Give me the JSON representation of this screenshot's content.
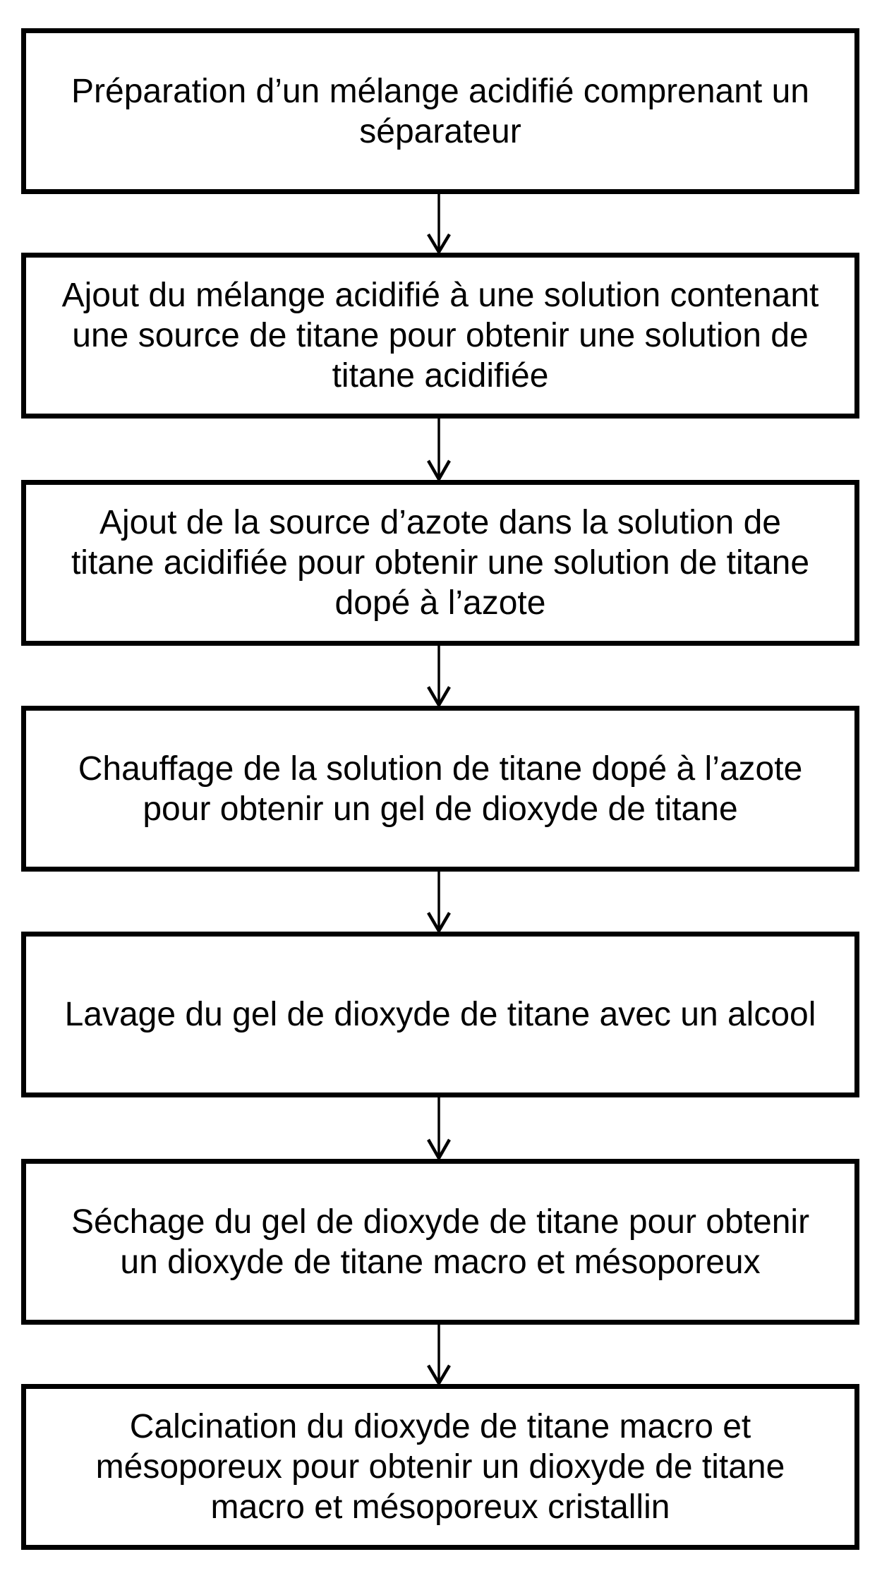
{
  "diagram": {
    "kind": "flowchart",
    "direction": "top-to-bottom",
    "colors": {
      "background": "#ffffff",
      "box_border": "#000000",
      "text": "#000000",
      "arrow": "#000000"
    },
    "connector_icon": "arrow-down-icon",
    "boxes": [
      {
        "id": "step-1",
        "lines": [
          "Préparation d’un mélange acidifié comprenant un",
          "séparateur"
        ]
      },
      {
        "id": "step-2",
        "lines": [
          "Ajout du mélange acidifié à une solution contenant",
          "une source de titane pour obtenir une solution de",
          "titane acidifiée"
        ]
      },
      {
        "id": "step-3",
        "lines": [
          "Ajout de la source d’azote dans la solution de",
          "titane acidifiée pour obtenir une solution de titane",
          "dopé à l’azote"
        ]
      },
      {
        "id": "step-4",
        "lines": [
          "Chauffage de la solution de titane dopé à l’azote",
          "pour obtenir un gel de dioxyde de titane"
        ]
      },
      {
        "id": "step-5",
        "lines": [
          "Lavage du gel de dioxyde de titane avec un alcool"
        ]
      },
      {
        "id": "step-6",
        "lines": [
          "Séchage du gel de dioxyde de titane pour obtenir",
          "un dioxyde de titane macro et mésoporeux"
        ]
      },
      {
        "id": "step-7",
        "lines": [
          "Calcination du dioxyde de titane macro et",
          "mésoporeux pour obtenir un dioxyde de titane",
          "macro et mésoporeux cristallin"
        ]
      }
    ]
  }
}
